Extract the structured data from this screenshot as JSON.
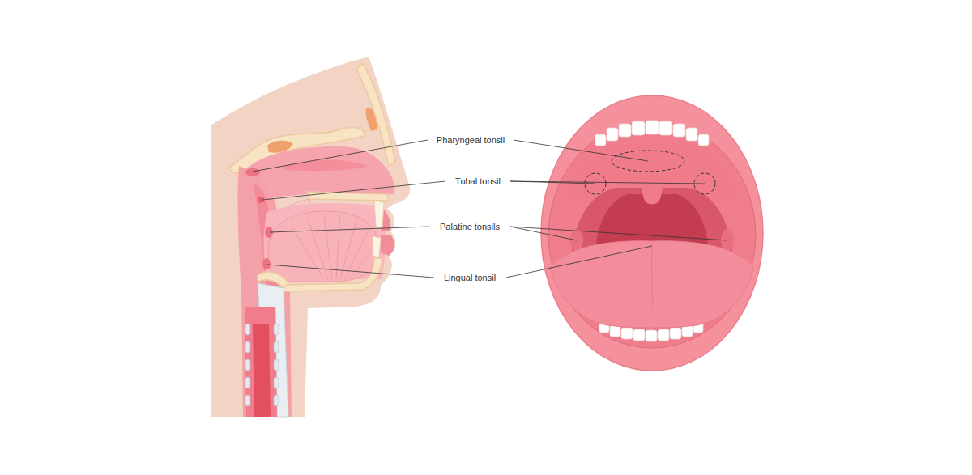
{
  "diagram": {
    "labels": [
      "Pharyngeal tonsil",
      "Tubal tonsil",
      "Palatine tonsils",
      "Lingual tonsil"
    ]
  }
}
